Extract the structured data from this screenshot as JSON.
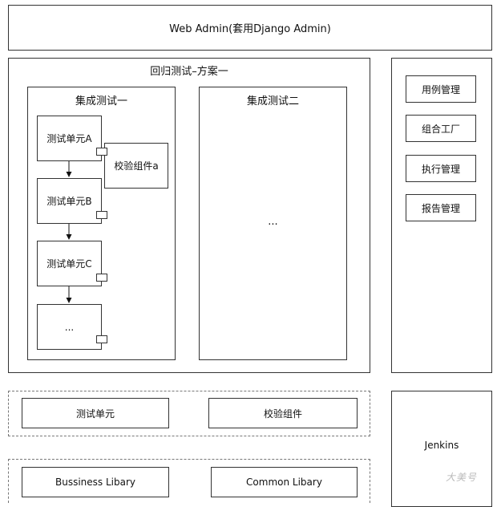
{
  "header": {
    "title": "Web Admin(套用Django Admin)"
  },
  "plan": {
    "title": "回归测试–方案一",
    "suite1": {
      "title": "集成测试一",
      "unit_a": "测试单元A",
      "verify_a": "校验组件a",
      "unit_b": "测试单元B",
      "unit_c": "测试单元C",
      "more": "..."
    },
    "suite2": {
      "title": "集成测试二",
      "more": "..."
    }
  },
  "sidebar": {
    "items": [
      "用例管理",
      "组合工厂",
      "执行管理",
      "报告管理"
    ]
  },
  "components": {
    "test_unit": "测试单元",
    "verify": "校验组件"
  },
  "libraries": {
    "business": "Bussiness Libary",
    "common": "Common Libary"
  },
  "jenkins": {
    "label": "Jenkins"
  },
  "watermark": "大美号"
}
